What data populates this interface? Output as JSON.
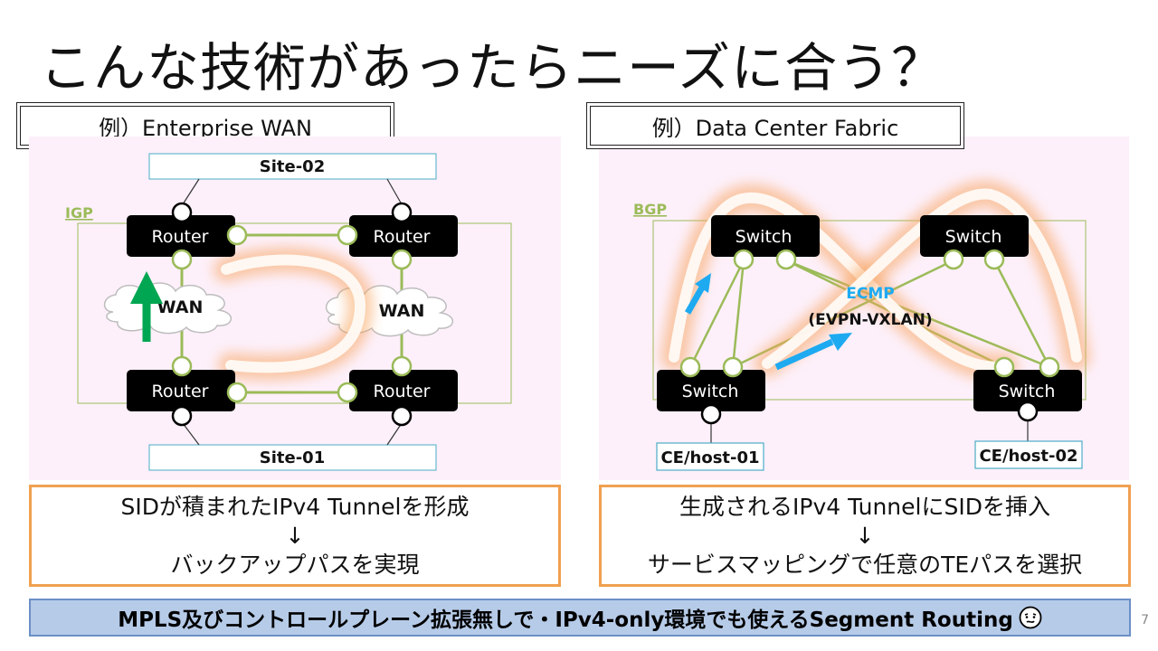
{
  "title": "こんな技術があったらニーズに合う？",
  "left": {
    "label": "例）Enterprise WAN",
    "igp_label": "IGP",
    "site_top": "Site-02",
    "site_bottom": "Site-01",
    "router_label": "Router",
    "wan_label": "WAN",
    "note_line1": "SIDが積まれたIPv4 Tunnelを形成",
    "note_arrow": "↓",
    "note_line2": "バックアップパスを実現"
  },
  "right": {
    "label": "例）Data Center Fabric",
    "bgp_label": "BGP",
    "switch_label": "Switch",
    "ecmp_label": "ECMP",
    "evpn_label": "(EVPN-VXLAN)",
    "host1": "CE/host-01",
    "host2": "CE/host-02",
    "note_line1": "生成されるIPv4 TunnelにSIDを挿入",
    "note_arrow": "↓",
    "note_line2": "サービスマッピングで任意のTEパスを選択"
  },
  "banner": "MPLS及びコントロールプレーン拡張無しで・IPv4-only環境でも使えるSegment Routing",
  "banner_icon": "thinking-face-icon",
  "page_number": "7",
  "colors": {
    "panel_bg": "#fdf0fa",
    "link_green": "#9bbb59",
    "green_arrow": "#00a651",
    "blue_arrow": "#1eaaf1",
    "glow_orange": "#f7a35c",
    "note_border": "#f0a050",
    "banner_bg": "#b6cbe8"
  }
}
